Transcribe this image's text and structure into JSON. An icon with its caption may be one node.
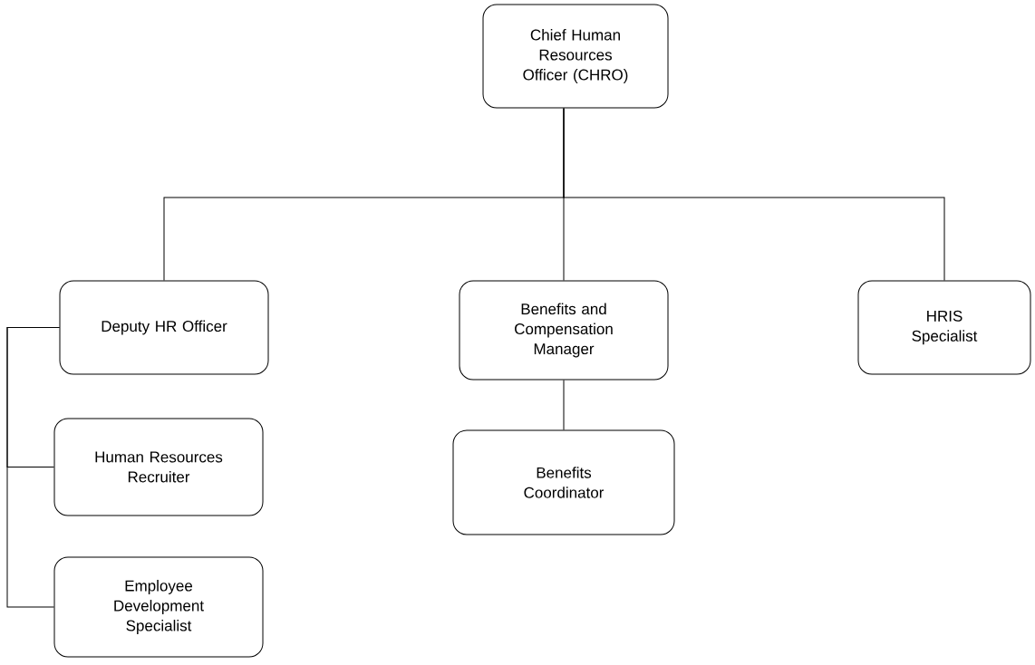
{
  "diagram": {
    "nodes": [
      {
        "text": [
          "Chief Human Resources Officer (CHRO)"
        ]
      },
      {
        "text": [
          "Deputy HR Officer"
        ]
      },
      {
        "text": [
          "Benefits and Compensation Manager"
        ]
      },
      {
        "text": [
          "HRIS Specialist"
        ]
      },
      {
        "text": [
          "Human Resources Recruiter"
        ]
      },
      {
        "text": [
          "Benefits Coordinator"
        ]
      },
      {
        "text": [
          "Employee Development Specialist"
        ]
      }
    ],
    "edges": [
      {
        "from": 0,
        "to": 1,
        "arrow": "none"
      },
      {
        "from": 0,
        "to": 2,
        "arrow": "none"
      },
      {
        "from": 0,
        "to": 3,
        "arrow": "none"
      },
      {
        "from": 1,
        "to": 4,
        "arrow": "none"
      },
      {
        "from": 1,
        "to": 6,
        "arrow": "none"
      },
      {
        "from": 2,
        "to": 5,
        "arrow": "none"
      }
    ]
  }
}
